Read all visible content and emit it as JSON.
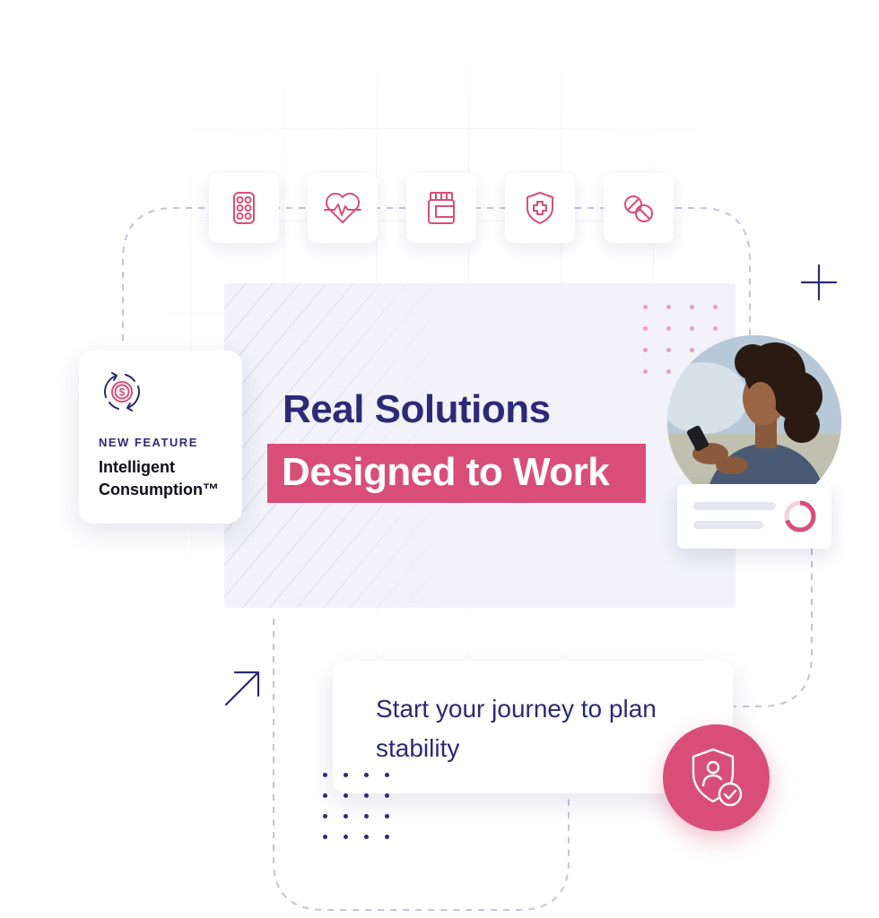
{
  "colors": {
    "navy": "#2c2a78",
    "pink": "#d94e79",
    "panel": "#f2f2f8",
    "dashed_line": "#c4c3dc"
  },
  "top_icons": [
    {
      "name": "pill-blister-icon"
    },
    {
      "name": "heart-pulse-icon"
    },
    {
      "name": "medicine-jar-icon"
    },
    {
      "name": "shield-cross-icon"
    },
    {
      "name": "pills-icon"
    }
  ],
  "headline": {
    "line1": "Real Solutions",
    "line2": "Designed to Work"
  },
  "feature_card": {
    "icon": "dollar-cycle-icon",
    "kicker": "NEW FEATURE",
    "title": "Intelligent Consumption™"
  },
  "journey_card": {
    "text": "Start your journey to plan stability",
    "badge_icon": "shield-person-check-icon"
  },
  "stats_card": {
    "donut_fraction": 0.7
  }
}
